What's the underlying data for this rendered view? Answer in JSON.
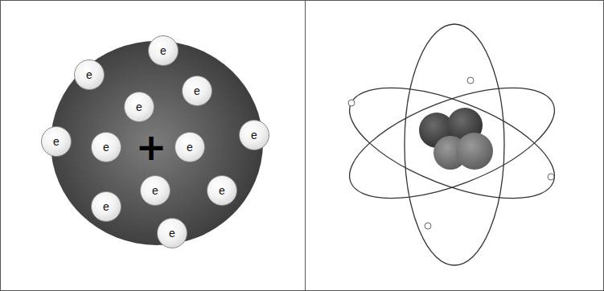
{
  "diagram": {
    "nodes": [
      {
        "text": [
          "+"
        ]
      },
      {
        "text": [
          "e"
        ],
        "in": 0
      },
      {
        "text": [
          "e"
        ],
        "in": 0
      },
      {
        "text": [
          "e"
        ],
        "in": 0
      },
      {
        "text": [
          "e"
        ],
        "in": 0
      },
      {
        "text": [
          "e"
        ],
        "in": 0
      },
      {
        "text": [
          "e"
        ],
        "in": 0
      },
      {
        "text": [
          "e"
        ],
        "in": 0
      },
      {
        "text": [
          "e"
        ],
        "in": 0
      },
      {
        "text": [
          "e"
        ],
        "in": 0
      },
      {
        "text": [
          "e"
        ],
        "in": 0
      },
      {
        "text": [
          "e"
        ],
        "in": 0
      },
      {
        "text": [
          "e"
        ],
        "in": 0
      }
    ]
  }
}
